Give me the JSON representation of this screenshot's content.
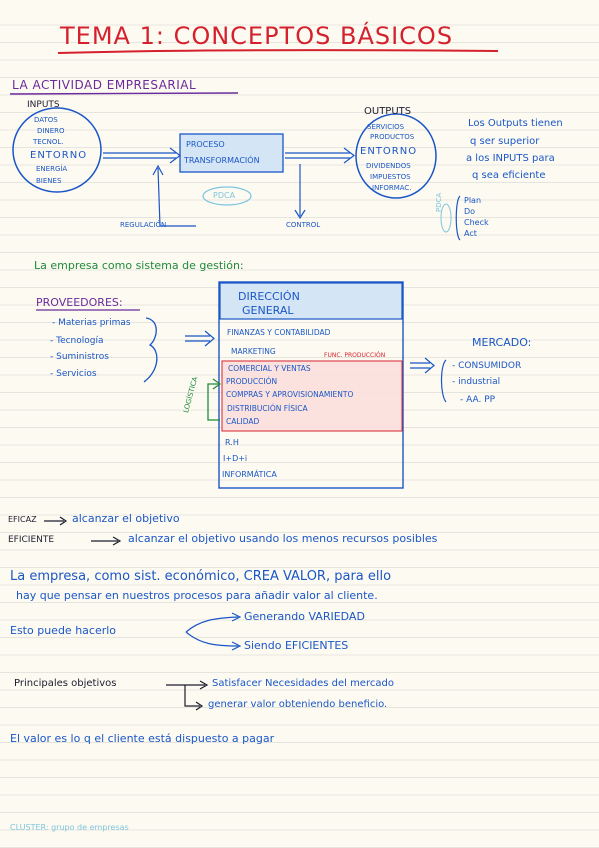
{
  "title": "TEMA 1: CONCEPTOS BÁSICOS",
  "section1": {
    "heading": "LA ACTIVIDAD EMPRESARIAL",
    "inputs": {
      "label": "INPUTS",
      "items": [
        "DATOS",
        "DINERO",
        "TECNOL.",
        "ENTORNO",
        "ENERGÍA",
        "BIENES"
      ]
    },
    "process": {
      "line1": "PROCESO",
      "line2": "TRANSFORMACIÓN",
      "pdca": "PDCA"
    },
    "outputs": {
      "label": "OUTPUTS",
      "items": [
        "SERVICIOS",
        "PRODUCTOS",
        "ENTORNO",
        "DIVIDENDOS",
        "IMPUESTOS",
        "INFORMAC."
      ]
    },
    "regulacion": "REGULACIÓN",
    "control": "CONTROL",
    "note": [
      "Los Outputs tienen",
      "q ser superior",
      "a los INPUTS para",
      "q sea eficiente"
    ],
    "pdca_side": "PDCA",
    "pdca_words": [
      "Plan",
      "Do",
      "Check",
      "Act"
    ]
  },
  "section2": {
    "heading": "La empresa como sistema de gestión:",
    "proveedores": {
      "label": "PROVEEDORES:",
      "items": [
        "- Materias primas",
        "- Tecnología",
        "- Suministros",
        "- Servicios"
      ]
    },
    "direccion": {
      "line1": "DIRECCIÓN",
      "line2": "GENERAL"
    },
    "functions_top": [
      "FINANZAS Y CONTABILIDAD",
      "MARKETING"
    ],
    "func_produccion": "FUNC. PRODUCCIÓN",
    "functions_red": [
      "COMERCIAL Y VENTAS",
      "PRODUCCIÓN",
      "COMPRAS Y APROVISIONAMIENTO",
      "DISTRIBUCIÓN FÍSICA",
      "CALIDAD"
    ],
    "functions_bottom": [
      "R.H",
      "I+D+i",
      "INFORMÁTICA"
    ],
    "logistica": "LOGÍSTICA",
    "mercado": {
      "label": "MERCADO:",
      "items": [
        "- CONSUMIDOR",
        "- industrial",
        "- AA. PP"
      ]
    }
  },
  "definitions": [
    {
      "term": "EFICAZ",
      "text": "alcanzar el objetivo"
    },
    {
      "term": "EFICIENTE",
      "text": "alcanzar el objetivo usando los menos recursos posibles"
    }
  ],
  "paragraph": [
    "La empresa, como sist. económico, CREA VALOR, para ello",
    "hay que pensar en nuestros procesos para añadir valor al cliente."
  ],
  "esto": {
    "lead": "Esto puede hacerlo",
    "a": "Generando VARIEDAD",
    "b": "Siendo EFICIENTES"
  },
  "objetivos": {
    "lead": "Principales objetivos",
    "a": "Satisfacer Necesidades del mercado",
    "b": "generar valor obteniendo beneficio."
  },
  "valor": "El valor es lo q el cliente está dispuesto a pagar",
  "cluster": "CLUSTER: grupo de empresas",
  "colors": {
    "blue": "#1a56c8",
    "red": "#d5202e",
    "purple": "#6a2a9c",
    "green": "#1e8a3a",
    "paper": "#fdfbf1"
  }
}
